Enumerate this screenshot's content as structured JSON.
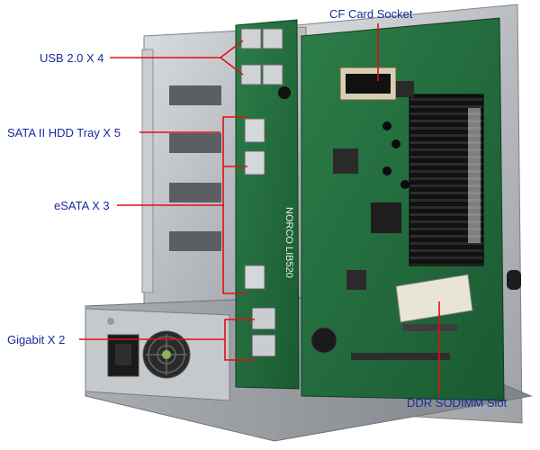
{
  "callouts": {
    "usb": "USB 2.0 X 4",
    "sata_tray": "SATA II HDD Tray X 5",
    "esata": "eSATA X 3",
    "gigabit": "Gigabit X 2",
    "cf_socket": "CF Card Socket",
    "ddr_slot": "DDR SODIMM Slot"
  },
  "board": {
    "model_text": "NORCO LIB520"
  },
  "colors": {
    "label_text": "#1a2a9a",
    "callout_line": "#e01010",
    "pcb": "#1f6a3a",
    "chassis": "#b8bcc0",
    "heatsink": "#151515"
  }
}
